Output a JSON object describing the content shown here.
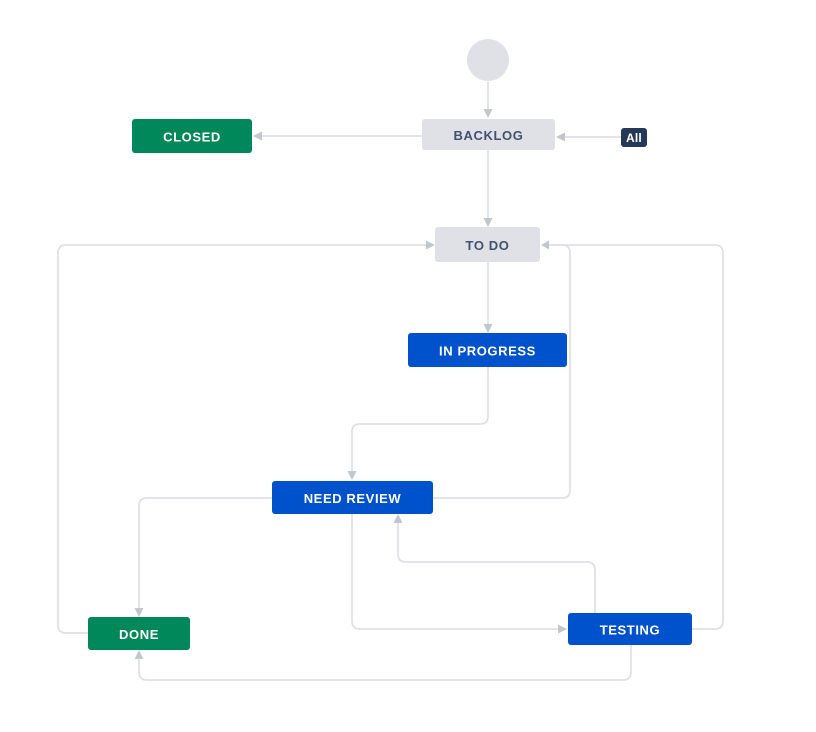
{
  "canvas": {
    "background": "#ffffff"
  },
  "colors": {
    "line": "#dfe1e6",
    "arrow": "#c1c7d0",
    "status_gray": "#dfe1e6",
    "status_gray_text": "#42526e",
    "status_blue": "#0052cc",
    "status_green": "#00875a",
    "badge_navy": "#253858",
    "white_text": "#ffffff",
    "start_circle": "#dfe1e6"
  },
  "workflow": {
    "start_node": {
      "type": "circle"
    },
    "statuses": {
      "backlog": {
        "label": "BACKLOG",
        "category": "gray"
      },
      "closed": {
        "label": "CLOSED",
        "category": "green"
      },
      "to_do": {
        "label": "TO DO",
        "category": "gray"
      },
      "in_progress": {
        "label": "IN PROGRESS",
        "category": "blue"
      },
      "need_review": {
        "label": "NEED REVIEW",
        "category": "blue"
      },
      "done": {
        "label": "DONE",
        "category": "green"
      },
      "testing": {
        "label": "TESTING",
        "category": "blue"
      }
    },
    "transition_badge": {
      "label": "All"
    },
    "transitions": [
      {
        "from": "start",
        "to": "backlog"
      },
      {
        "from": "all",
        "to": "backlog"
      },
      {
        "from": "backlog",
        "to": "closed"
      },
      {
        "from": "backlog",
        "to": "to_do"
      },
      {
        "from": "to_do",
        "to": "in_progress"
      },
      {
        "from": "in_progress",
        "to": "need_review"
      },
      {
        "from": "need_review",
        "to": "testing"
      },
      {
        "from": "testing",
        "to": "need_review"
      },
      {
        "from": "need_review",
        "to": "to_do"
      },
      {
        "from": "testing",
        "to": "to_do"
      },
      {
        "from": "need_review",
        "to": "done"
      },
      {
        "from": "testing",
        "to": "done"
      },
      {
        "from": "done",
        "to": "to_do"
      }
    ]
  }
}
